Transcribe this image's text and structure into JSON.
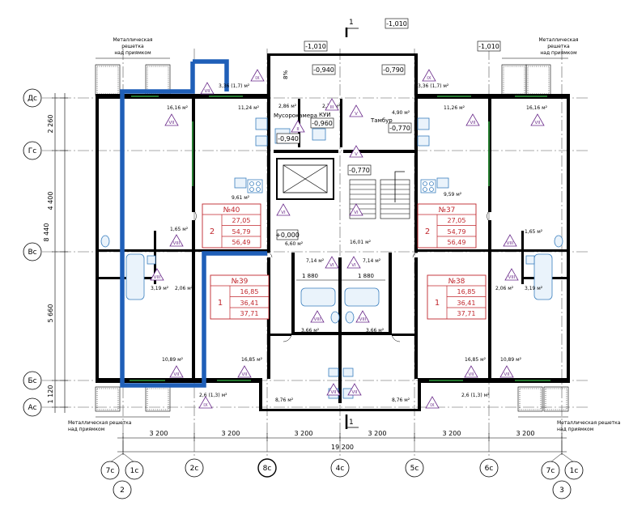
{
  "axes_horizontal": {
    "ds": "Дс",
    "gs": "Гс",
    "vs": "Вс",
    "bs": "Бс",
    "as": "Ас"
  },
  "axes_vertical": {
    "a7c_l": "7с",
    "a1c_l": "1с",
    "a2c": "2с",
    "a8c": "8с",
    "a4c": "4с",
    "a5c": "5с",
    "a6c": "6с",
    "a7c_r": "7с",
    "a1c_r": "1с"
  },
  "sheet_refs": {
    "left": "2",
    "right": "3"
  },
  "dimensions": {
    "v_2260": "2 260",
    "v_4400": "4 400",
    "v_8440": "8 440",
    "v_5660": "5 660",
    "v_1120": "1 120",
    "h_1": "3 200",
    "h_2": "3 200",
    "h_3": "3 200",
    "h_4": "3 200",
    "h_5": "3 200",
    "h_6": "3 200",
    "h_total": "19 200",
    "inner_l": "1 880",
    "inner_r": "1 880"
  },
  "section_marks": {
    "top": "1",
    "bottom": "1"
  },
  "elevations": {
    "top_entrance": "-1,010",
    "top_left": "-1,010",
    "top_right": "-1,010",
    "e_940_a": "-0,940",
    "e_790": "-0,790",
    "e_960": "-0,960",
    "e_940_b": "-0,940",
    "e_770_a": "-0,770",
    "e_770_b": "-0,770",
    "e_000": "+0,000"
  },
  "notes": {
    "grate_tl": [
      "Металлическая",
      "решетка",
      "над приямком"
    ],
    "grate_tr": [
      "Металлическая",
      "решетка",
      "над приямком"
    ],
    "grate_bl": [
      "Металлическая решетка",
      "над приямком"
    ],
    "grate_br": [
      "Металлическая решетка",
      "над приямком"
    ]
  },
  "room_labels": {
    "garbage": "Мусорокамера",
    "kui": "КУИ",
    "tambur": "Тамбур",
    "slope": "8%"
  },
  "areas": {
    "a1": "3,36 (1,7) м²",
    "a2": "3,36 (1,7) м²",
    "a3": "16,16 м²",
    "a4": "11,24 м²",
    "a5": "2,86 м²",
    "a6": "2,78 м²",
    "a7": "4,90 м²",
    "a8": "11,26 м²",
    "a9": "16,16 м²",
    "a10": "9,61 м²",
    "a11": "9,59 м²",
    "a12": "1,65 м²",
    "a13": "1,65 м²",
    "a14": "6,60 м²",
    "a15": "16,01 м²",
    "a16": "7,14 м²",
    "a17": "7,14 м²",
    "a18": "3,19 м²",
    "a19": "2,06 м²",
    "a20": "2,06 м²",
    "a21": "3,19 м²",
    "a22": "3,66 м²",
    "a23": "3,66 м²",
    "a24": "10,89 м²",
    "a25": "16,85 м²",
    "a26": "16,85 м²",
    "a27": "10,89 м²",
    "a28": "2,6 (1,3) м²",
    "a29": "8,76 м²",
    "a30": "8,76 м²",
    "a31": "2,6 (1,3) м²"
  },
  "room_marks": {
    "m1": "IX",
    "m2": "VII",
    "m3": "VII",
    "m4": "II",
    "m5": "V",
    "m6": "III",
    "m7": "IX",
    "m8": "VII",
    "m9": "VII",
    "m10": "V",
    "m11": "VI",
    "m12": "VI",
    "m13": "VIII",
    "m14": "VIII",
    "m15": "VIII",
    "m16": "VIII",
    "m17": "VI",
    "m18": "VI",
    "m19": "VIII",
    "m20": "VIII",
    "m21": "VII",
    "m22": "VII",
    "m23": "VII",
    "m24": "VII",
    "m25": "IX",
    "m26": "VII",
    "m27": "VII",
    "m28": "IX",
    "m29": "VIII",
    "m30": "VIII"
  },
  "apartments": {
    "a40": {
      "number": "№40",
      "rooms": "2",
      "living": "27,05",
      "total": "54,79",
      "total_b": "56,49"
    },
    "a37": {
      "number": "№37",
      "rooms": "2",
      "living": "27,05",
      "total": "54,79",
      "total_b": "56,49"
    },
    "a39": {
      "number": "№39",
      "rooms": "1",
      "living": "16,85",
      "total": "36,41",
      "total_b": "37,71"
    },
    "a38": {
      "number": "№38",
      "rooms": "1",
      "living": "16,85",
      "total": "36,41",
      "total_b": "37,71"
    }
  },
  "colors": {
    "wall": "#000000",
    "grid": "#404040",
    "highlight": "#1f5fb8",
    "apartment_box": "#c0262c",
    "window": "#2e9a3a",
    "fixture": "#3a7fbf",
    "mark_triangle": "#6a2a8a"
  }
}
